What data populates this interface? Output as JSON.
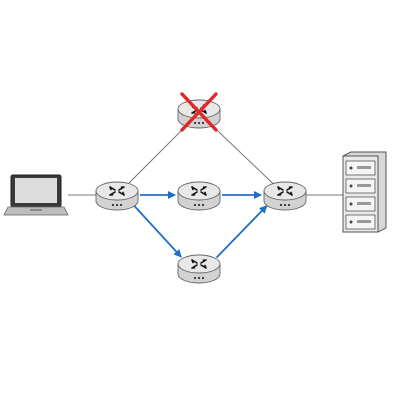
{
  "diagram": {
    "nodes": [
      {
        "id": "laptop",
        "kind": "laptop",
        "icon": "laptop-icon"
      },
      {
        "id": "router-ingress",
        "kind": "router",
        "icon": "router-icon"
      },
      {
        "id": "router-top",
        "kind": "router",
        "icon": "router-icon",
        "status": "failed"
      },
      {
        "id": "router-middle",
        "kind": "router",
        "icon": "router-icon"
      },
      {
        "id": "router-bottom",
        "kind": "router",
        "icon": "router-icon"
      },
      {
        "id": "router-egress",
        "kind": "router",
        "icon": "router-icon"
      },
      {
        "id": "server",
        "kind": "server",
        "icon": "server-rack-icon"
      }
    ],
    "links": [
      {
        "from": "laptop",
        "to": "router-ingress",
        "style": "plain"
      },
      {
        "from": "router-ingress",
        "to": "router-top",
        "style": "plain"
      },
      {
        "from": "router-top",
        "to": "router-egress",
        "style": "plain"
      },
      {
        "from": "router-ingress",
        "to": "router-middle",
        "style": "arrow"
      },
      {
        "from": "router-middle",
        "to": "router-egress",
        "style": "arrow"
      },
      {
        "from": "router-ingress",
        "to": "router-bottom",
        "style": "arrow"
      },
      {
        "from": "router-bottom",
        "to": "router-egress",
        "style": "arrow"
      },
      {
        "from": "router-egress",
        "to": "server",
        "style": "plain"
      }
    ],
    "colors": {
      "plain_link": "#777777",
      "arrow_link": "#1f6fc9",
      "failed_mark": "#e32626",
      "router_body": "#e8e8e8",
      "router_stroke": "#666666",
      "router_symbol": "#111111"
    }
  }
}
